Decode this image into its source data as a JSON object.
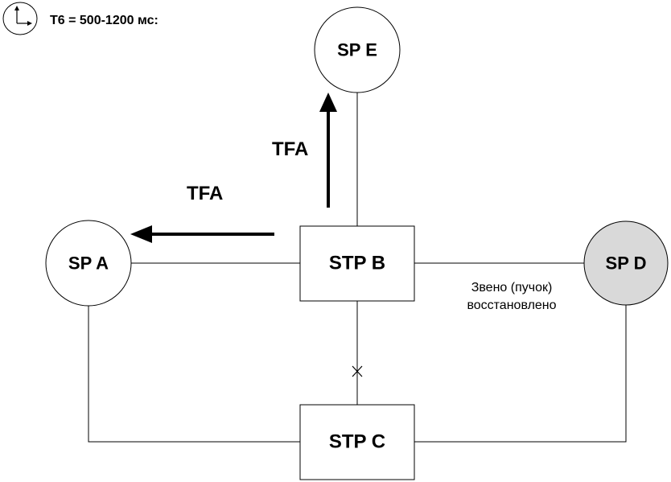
{
  "timer": {
    "label": "T6 = 500-1200 мс:",
    "icon": "clock-icon"
  },
  "nodes": {
    "sp_a": {
      "label": "SP A",
      "fill": "#ffffff"
    },
    "sp_e": {
      "label": "SP E",
      "fill": "#ffffff"
    },
    "sp_d": {
      "label": "SP D",
      "fill": "#d9d9d9"
    },
    "stp_b": {
      "label": "STP B"
    },
    "stp_c": {
      "label": "STP C"
    }
  },
  "messages": {
    "to_sp_e": "TFA",
    "to_sp_a": "TFA"
  },
  "link_note": {
    "line1": "Звено (пучок)",
    "line2": "восстановлено"
  },
  "colors": {
    "stroke": "#000000",
    "background": "#ffffff",
    "restored_node": "#d9d9d9"
  }
}
